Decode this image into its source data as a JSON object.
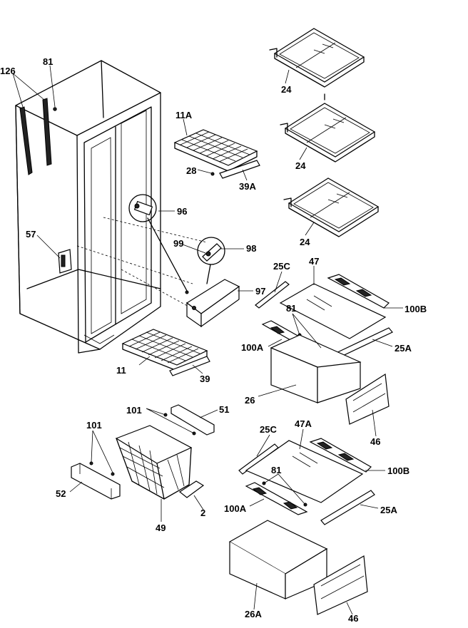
{
  "callouts": {
    "p126": "126",
    "p81_top": "81",
    "p11A": "11A",
    "p28": "28",
    "p39A": "39A",
    "p96": "96",
    "p57": "57",
    "p99": "99",
    "p98": "98",
    "p97": "97",
    "p11": "11",
    "p39": "39",
    "p24_1": "24",
    "p24_2": "24",
    "p24_3": "24",
    "p25C_1": "25C",
    "p47": "47",
    "p81_mid": "81",
    "p100B_1": "100B",
    "p100A_1": "100A",
    "p25A_1": "25A",
    "p26": "26",
    "p46_1": "46",
    "p101_a": "101",
    "p51": "51",
    "p101_b": "101",
    "p52": "52",
    "p49": "49",
    "p2": "2",
    "p25C_2": "25C",
    "p47A": "47A",
    "p81_low": "81",
    "p100B_2": "100B",
    "p100A_2": "100A",
    "p25A_2": "25A",
    "p26A": "26A",
    "p46_2": "46"
  }
}
